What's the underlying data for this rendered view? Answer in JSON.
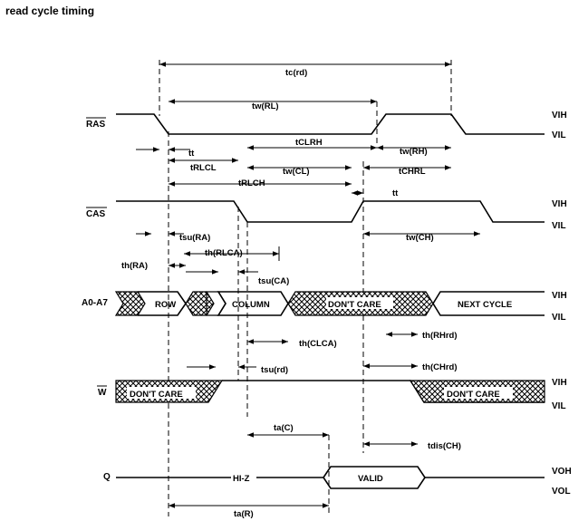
{
  "title": "read cycle timing",
  "signals": {
    "ras": "RAS",
    "cas": "CAS",
    "addr": "A0-A7",
    "w": "W",
    "q": "Q"
  },
  "levels": {
    "vih": "VIH",
    "vil": "VIL",
    "voh": "VOH",
    "vol": "VOL"
  },
  "bus_labels": {
    "row": "ROW",
    "column": "COLUMN",
    "dont_care": "DON'T CARE",
    "next_cycle": "NEXT CYCLE",
    "valid": "VALID",
    "hiz": "HI-Z"
  },
  "timing": {
    "tc_rd": "tc(rd)",
    "tw_rl": "tw(RL)",
    "tt": "tt",
    "tclrh": "tCLRH",
    "tw_rh": "tw(RH)",
    "trlcl": "tRLCL",
    "tw_cl": "tw(CL)",
    "tchrl": "tCHRL",
    "trlch": "tRLCH",
    "tt2": "tt",
    "tsu_ra": "tsu(RA)",
    "tw_ch": "tw(CH)",
    "th_rlca": "th(RLCA)",
    "th_ra": "th(RA)",
    "tsu_ca": "tsu(CA)",
    "th_clca": "th(CLCA)",
    "th_rhrd": "th(RHrd)",
    "tsu_rd": "tsu(rd)",
    "th_chrd": "th(CHrd)",
    "ta_c": "ta(C)",
    "tdis_ch": "tdis(CH)",
    "ta_r": "ta(R)"
  }
}
